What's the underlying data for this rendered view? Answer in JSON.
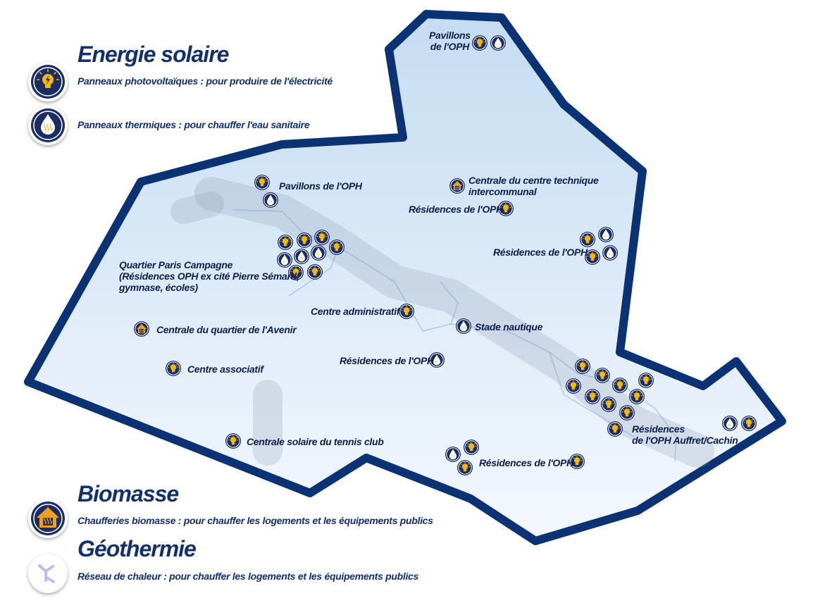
{
  "legend": {
    "solar": {
      "title": "Energie solaire",
      "pv": {
        "icon": "bulb-icon",
        "label": "Panneaux photovoltaïques : pour produire de l'électricité"
      },
      "thermal": {
        "icon": "drop-icon",
        "label": "Panneaux thermiques : pour chauffer l'eau sanitaire"
      }
    },
    "biomass": {
      "title": "Biomasse",
      "boiler": {
        "icon": "house-heat-icon",
        "label": "Chaufferies biomasse : pour chauffer les logements et les équipements publics"
      }
    },
    "geothermal": {
      "title": "Géothermie",
      "network": {
        "icon": "network-icon",
        "label": "Réseau de chaleur : pour chauffer les logements et les équipements publics"
      }
    }
  },
  "places": {
    "pavillons_nord": "Pavillons\nde l'OPH",
    "pavillons_ouest": "Pavillons de l'OPH",
    "centrale_technique": "Centrale du centre technique\nintercommunal",
    "residences_centre_nord": "Résidences de l'OPH",
    "residences_est": "Résidences de l'OPH",
    "paris_campagne": "Quartier Paris Campagne\n(Résidences OPH ex cité Pierre Sémard,\ngymnase, écoles)",
    "centre_administratif": "Centre administratif",
    "stade_nautique": "Stade nautique",
    "centrale_avenir": "Centrale du quartier de l'Avenir",
    "centre_associatif": "Centre associatif",
    "residences_centre": "Résidences de l'OPH",
    "auffret_cachin": "Résidences\nde l'OPH Auffret/Cachin",
    "tennis_club": "Centrale solaire du tennis club",
    "residences_sud": "Résidences de l'OPH"
  },
  "colors": {
    "border": "#0b3272",
    "fill_top": "#c4dcf2",
    "fill_bottom": "#f3f8fd",
    "icon_bg": "#1b2d63",
    "pv_yellow": "#f5b800",
    "drop": "#ffffff",
    "biomass_orange": "#f0a01e"
  }
}
